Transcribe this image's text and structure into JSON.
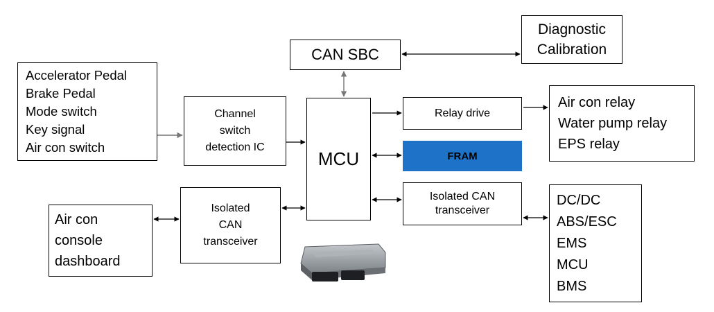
{
  "nodes": {
    "diagnostic": [
      "Diagnostic",
      "Calibration"
    ],
    "can_sbc": "CAN SBC",
    "inputs": [
      "Accelerator Pedal",
      "Brake Pedal",
      "Mode switch",
      "Key signal",
      "Air con switch"
    ],
    "channel_ic": [
      "Channel",
      "switch",
      "detection IC"
    ],
    "mcu": "MCU",
    "relay_drive": "Relay drive",
    "fram": "FRAM",
    "relays": [
      "Air con relay",
      "Water pump relay",
      "EPS relay"
    ],
    "iso_can_left": [
      "Isolated",
      "CAN",
      "transceiver"
    ],
    "iso_can_right": [
      "Isolated CAN",
      "transceiver"
    ],
    "air_con": [
      "Air con",
      "console",
      "dashboard"
    ],
    "can_devices": [
      "DC/DC",
      "ABS/ESC",
      "EMS",
      "MCU",
      "BMS"
    ]
  },
  "colors": {
    "fram_fill": "#1e73c8",
    "line": "#000000",
    "line_gray": "#777777",
    "ecu_body": "#8a8f94"
  },
  "icons": {
    "ecu_image": "ecu-module-icon"
  }
}
